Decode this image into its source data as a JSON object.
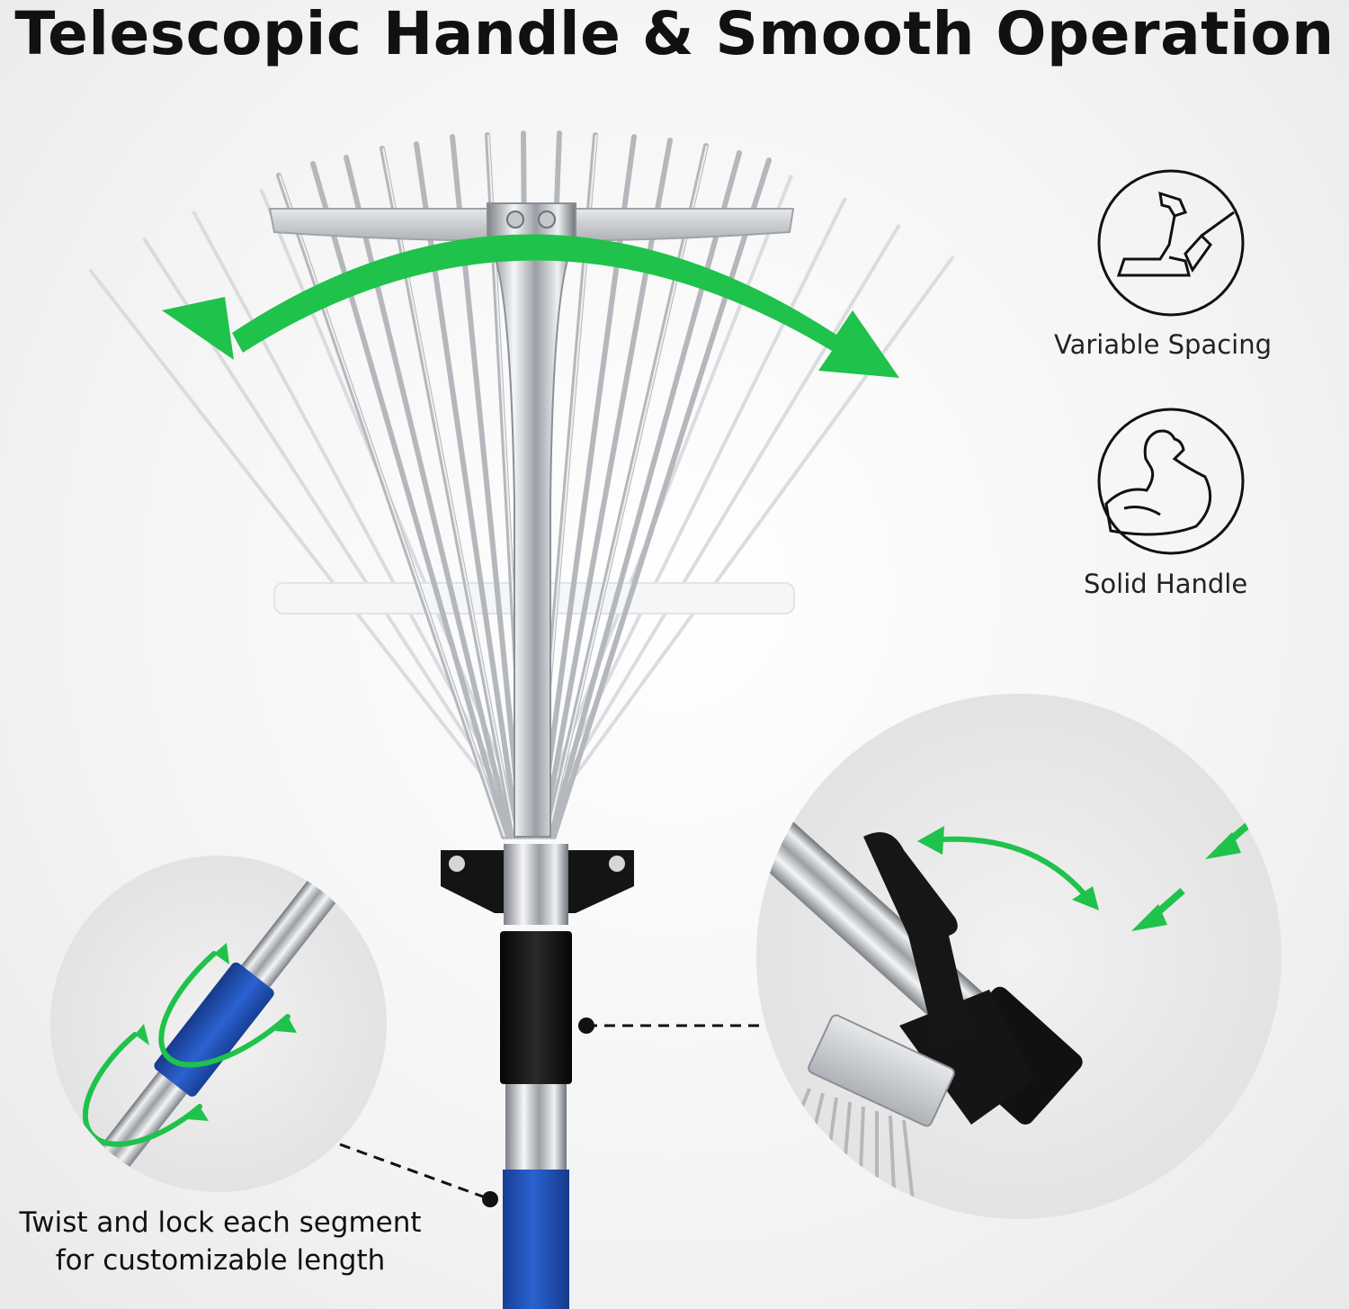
{
  "headline": "Telescopic Handle & Smooth Operation",
  "features": [
    {
      "label": "Variable Spacing",
      "icon": "adjustable-rake-icon"
    },
    {
      "label": "Solid Handle",
      "icon": "flexed-arm-icon"
    }
  ],
  "caption": {
    "line1": "Twist and lock each segment",
    "line2": "for customizable length"
  },
  "colors": {
    "accent_green": "#1fc24a",
    "handle_blue": "#1f4fb5",
    "steel": "#c9ccd1",
    "clamp_black": "#151515"
  }
}
